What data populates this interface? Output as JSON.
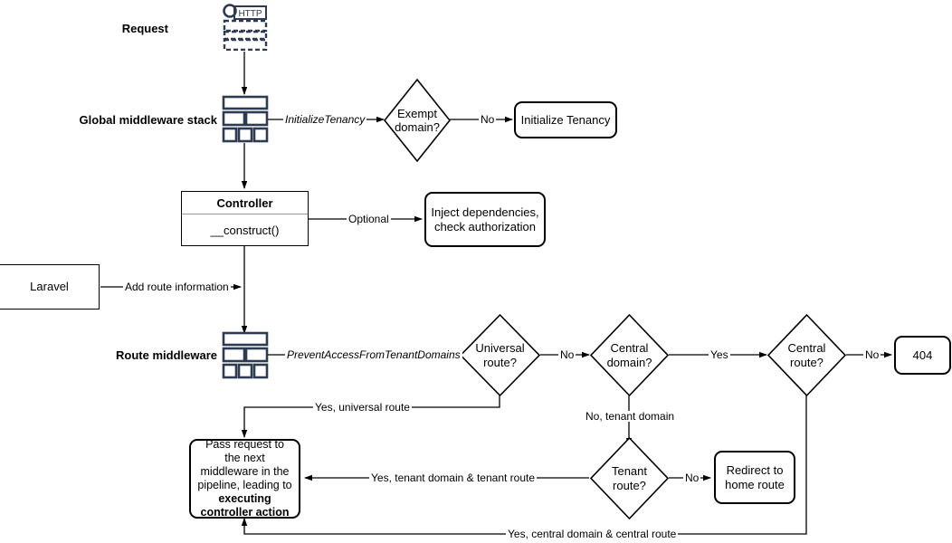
{
  "diagram": {
    "title": "Laravel multi-tenancy request lifecycle flowchart",
    "colors": {
      "stroke": "#000000",
      "icon": "#2f3b52",
      "divider": "#9a9a9a",
      "background": "#ffffff"
    }
  },
  "row_labels": {
    "request": "Request",
    "global_middleware": "Global middleware stack",
    "route_middleware": "Route middleware"
  },
  "icons": {
    "http_icon_label": "HTTP",
    "http_icon_name": "http-request-icon",
    "stack_icon_name": "middleware-stack-icon"
  },
  "nodes": {
    "exempt_domain": "Exempt\ndomain?",
    "exempt_domain_lines": [
      "Exempt",
      "domain?"
    ],
    "initialize_tenancy": "Initialize Tenancy",
    "controller_title": "Controller",
    "controller_method": "__construct()",
    "inject_dependencies_lines": [
      "Inject dependencies,",
      "check authorization"
    ],
    "laravel": "Laravel",
    "universal_route_lines": [
      "Universal",
      "route?"
    ],
    "central_domain_lines": [
      "Central",
      "domain?"
    ],
    "central_route_lines": [
      "Central",
      "route?"
    ],
    "not_found": "404",
    "tenant_route_lines": [
      "Tenant",
      "route?"
    ],
    "redirect_home_lines": [
      "Redirect to",
      "home route"
    ],
    "pass_request_prefix": "Pass request to the next middleware in the pipeline, leading to ",
    "pass_request_bold": "executing controller action"
  },
  "edge_labels": {
    "initialize_tenancy_mw": "InitializeTenancy",
    "no_1": "No",
    "optional": "Optional",
    "add_route_information": "Add route information",
    "prevent_access": "PreventAccessFromTenantDomains",
    "no_2": "No",
    "yes_1": "Yes",
    "no_3": "No",
    "yes_universal_route": "Yes, universal route",
    "no_tenant_domain": "No, tenant domain",
    "no_4": "No",
    "yes_tenant_domain_tenant_route": "Yes, tenant domain & tenant route",
    "yes_central_domain_central_route": "Yes, central domain & central route"
  }
}
